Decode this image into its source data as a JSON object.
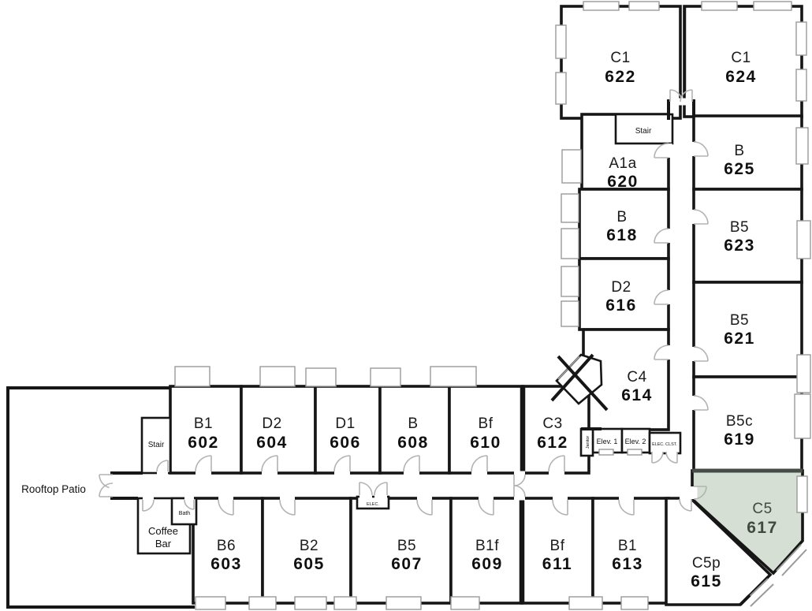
{
  "floor": {
    "highlight_fill": "#d6dfd3",
    "highlight_text": "#3e4b40",
    "wall_color": "#161616",
    "door_color": "#b3b3b3"
  },
  "rooms": {
    "r602": {
      "type": "B1",
      "number": "602"
    },
    "r603": {
      "type": "B6",
      "number": "603"
    },
    "r604": {
      "type": "D2",
      "number": "604"
    },
    "r605": {
      "type": "B2",
      "number": "605"
    },
    "r606": {
      "type": "D1",
      "number": "606"
    },
    "r607": {
      "type": "B5",
      "number": "607"
    },
    "r608": {
      "type": "B",
      "number": "608"
    },
    "r609": {
      "type": "B1f",
      "number": "609"
    },
    "r610": {
      "type": "Bf",
      "number": "610"
    },
    "r611": {
      "type": "Bf",
      "number": "611"
    },
    "r612": {
      "type": "C3",
      "number": "612"
    },
    "r613": {
      "type": "B1",
      "number": "613"
    },
    "r614": {
      "type": "C4",
      "number": "614"
    },
    "r615": {
      "type": "C5p",
      "number": "615"
    },
    "r616": {
      "type": "D2",
      "number": "616"
    },
    "r617": {
      "type": "C5",
      "number": "617"
    },
    "r618": {
      "type": "B",
      "number": "618"
    },
    "r619": {
      "type": "B5c",
      "number": "619"
    },
    "r620": {
      "type": "A1a",
      "number": "620"
    },
    "r621": {
      "type": "B5",
      "number": "621"
    },
    "r622": {
      "type": "C1",
      "number": "622"
    },
    "r623": {
      "type": "B5",
      "number": "623"
    },
    "r624": {
      "type": "C1",
      "number": "624"
    },
    "r625": {
      "type": "B",
      "number": "625"
    }
  },
  "places": {
    "stair_upper": "Stair",
    "stair_lower": "Stair",
    "bath": "Bath",
    "coffee_line1": "Coffee",
    "coffee_line2": "Bar",
    "rooftop_patio": "Rooftop Patio",
    "elev1": "Elev. 1",
    "elev2": "Elev. 2",
    "elec_clst": "ELEC. CLST.",
    "janitor": "Janitor",
    "elec": "ELEC."
  }
}
